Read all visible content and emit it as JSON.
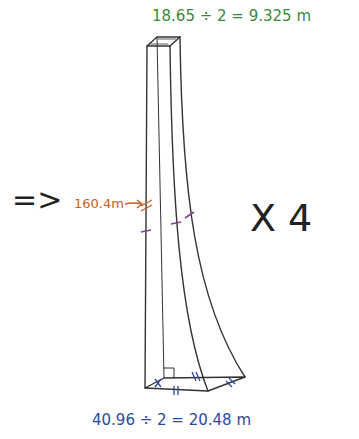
{
  "diagram": {
    "labels": [
      "18.65 ÷ 2 = 9.325 m",
      "160.4m",
      "=>",
      "X 4",
      "40.96 ÷ 2 = 20.48 m"
    ]
  }
}
